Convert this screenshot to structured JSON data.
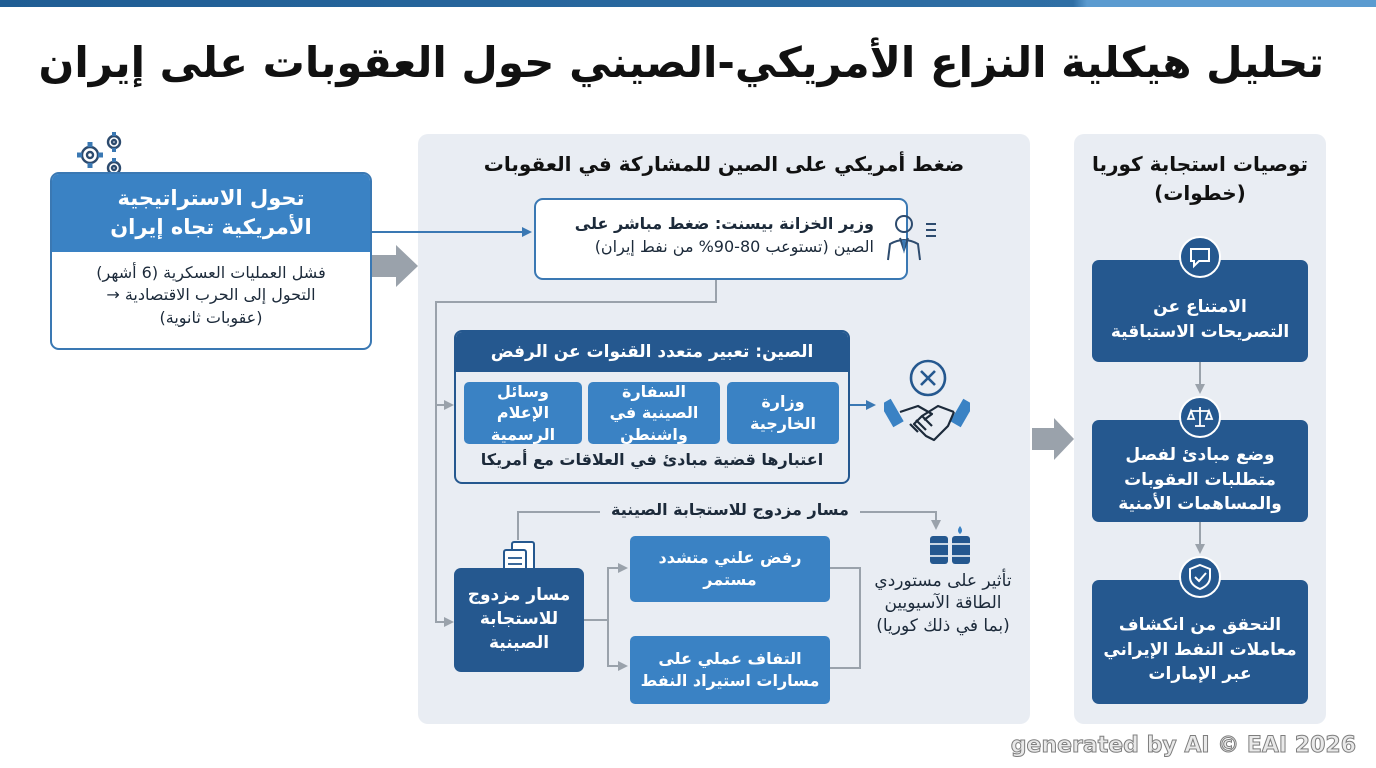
{
  "title": "تحليل هيكلية النزاع الأمريكي-الصيني حول العقوبات على إيران",
  "us_strategy": {
    "heading": "تحول الاستراتيجية الأمريكية تجاه إيران",
    "line1": "فشل العمليات العسكرية (6 أشهر)",
    "line2": "التحول إلى الحرب الاقتصادية →",
    "line3": "(عقوبات ثانوية)"
  },
  "pressure": {
    "title": "ضغط أمريكي على الصين للمشاركة في العقوبات",
    "treasury_line1": "وزير الخزانة بيسنت: ضغط مباشر على",
    "treasury_line2": "الصين (تستوعب 80-90% من نفط إيران)",
    "china_heading": "الصين: تعبير متعدد القنوات عن الرفض",
    "channel_foreign_ministry": "وزارة الخارجية",
    "channel_embassy": "السفارة الصينية في واشنطن",
    "channel_media": "وسائل الإعلام الرسمية",
    "principle_note": "اعتبارها قضية مبادئ في العلاقات مع أمريكا",
    "dual_track_label": "مسار مزدوج للاستجابة الصينية",
    "dual_track_box": "مسار مزدوج للاستجابة الصينية",
    "public_refusal": "رفض علني متشدد مستمر",
    "workaround": "التفاف عملي على مسارات استيراد النفط",
    "impact": "تأثير على مستوردي الطاقة الآسيويين (بما في ذلك كوريا)"
  },
  "korea": {
    "title": "توصيات استجابة كوريا (خطوات)",
    "step1": "الامتناع عن التصريحات الاستباقية",
    "step2": "وضع مبادئ لفصل متطلبات العقوبات والمساهمات الأمنية",
    "step3": "التحقق من انكشاف معاملات النفط الإيراني عبر الإمارات"
  },
  "icons": {
    "gears": "gears-icon",
    "official": "official-icon",
    "blocked": "x-circle-icon",
    "handshake": "handshake-icon",
    "documents": "documents-icon",
    "barrels": "oil-barrels-icon",
    "chat": "chat-bubble-icon",
    "scales": "scales-icon",
    "shield": "shield-check-icon"
  },
  "watermark": "generated by AI © EAI 2026",
  "colors": {
    "dark_blue": "#25588f",
    "mid_blue": "#3a82c4",
    "border_blue": "#3a78b3",
    "panel_gray": "#e9edf3",
    "arrow_gray": "#9aa2ab"
  }
}
